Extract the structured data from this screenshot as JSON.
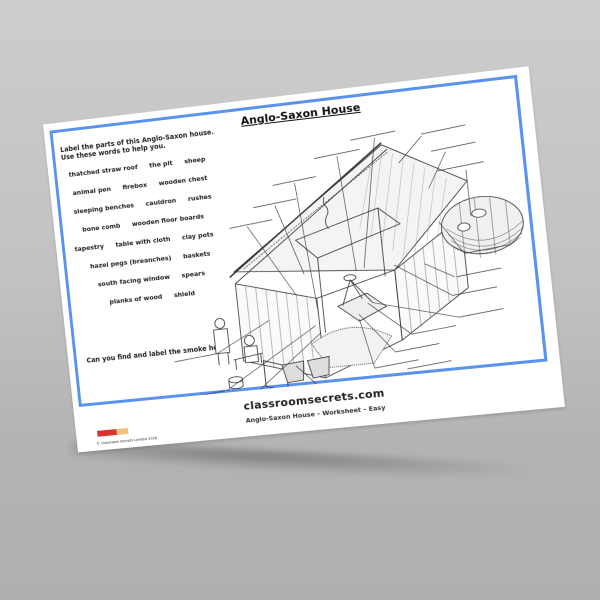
{
  "worksheet": {
    "title": "Anglo-Saxon House",
    "instructions": "Label the parts of this Anglo-Saxon house.  Use these words to help you.",
    "word_bank": [
      [
        "thatched straw roof",
        "the pit",
        "sheep"
      ],
      [
        "animal pen",
        "firebox",
        "wooden chest"
      ],
      [
        "sleeping benches",
        "cauldron",
        "rushes"
      ],
      [
        "bone comb",
        "wooden floor boards"
      ],
      [
        "tapestry",
        "table with cloth",
        "clay pots"
      ],
      [
        "hazel pegs (breanches)",
        "baskets"
      ],
      [
        "south facing window",
        "spears"
      ],
      [
        "planks of wood",
        "shield"
      ]
    ],
    "question": "Can you find and label the smoke hole?",
    "footer_site": "classroomsecrets.com",
    "footer_subtitle": "Anglo-Saxon House – Worksheet – Easy",
    "copyright": "© Classroom Secrets Limited 2018",
    "colors": {
      "border": "#5a93ee",
      "logo_red": "#d9342b",
      "logo_gold": "#f2c27a",
      "background": "#c4c4c4"
    }
  }
}
